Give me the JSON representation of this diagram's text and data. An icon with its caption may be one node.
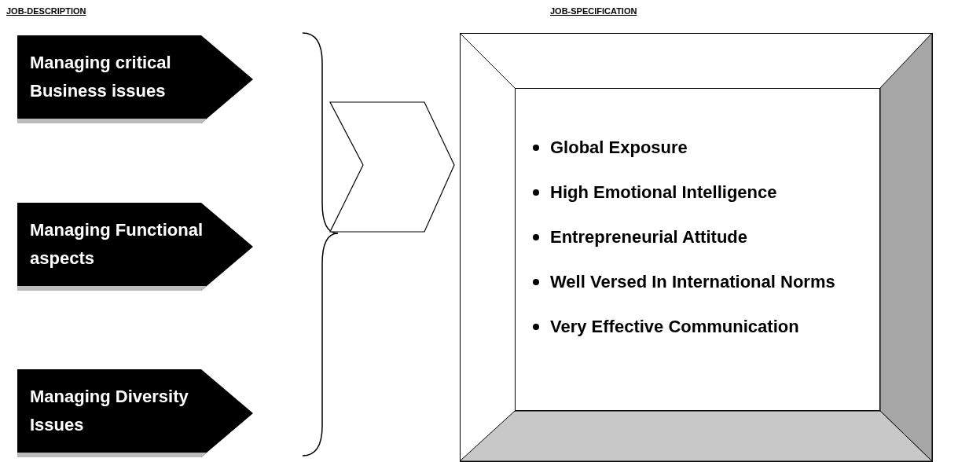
{
  "diagram": {
    "nodes": [
      {
        "text": [
          "Managing critical Business issues"
        ]
      },
      {
        "text": [
          "Managing Functional aspects"
        ]
      },
      {
        "text": [
          "Managing Diversity Issues"
        ]
      },
      {
        "text": [
          "Global Exposure",
          "High Emotional Intelligence",
          "Entrepreneurial Attitude",
          "Well Versed In International Norms",
          "Very Effective Communication"
        ]
      }
    ],
    "edges": [
      {
        "from": null,
        "to": 3,
        "arrow": "to"
      }
    ],
    "labels": [
      "JOB-DESCRIPTION",
      "JOB-SPECIFICATION"
    ]
  }
}
